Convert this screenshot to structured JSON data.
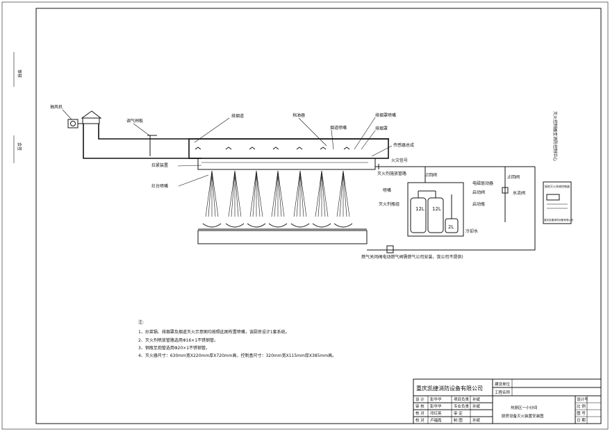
{
  "labels": {
    "exhaust_fan": "抽风机",
    "damper": "调气闸板",
    "smoke_duct": "排烟道",
    "filter": "挡油器",
    "hood_nozzle": "排烟罩喷嘴",
    "duct_nozzle": "烟道喷嘴",
    "hood": "排烟罩",
    "sensor_line": "传感器总成",
    "fire_signal": "火灾信号",
    "pull_device": "拉紧装置",
    "stove_nozzle": "灶台喷嘴",
    "agent_pipe": "灭火剂施放管路",
    "return_valve_1": "止回阀",
    "return_valve_2": "止回阀",
    "solenoid": "电磁驱动器",
    "start_valve": "启动阀",
    "start_bottle": "启动瓶",
    "nozzle_main": "喷嘴",
    "agent_bottles": "灭火剂瓶组",
    "water_valve": "水流阀",
    "cooling_water": "冷却水",
    "gas_valve": "燃气关闭阀",
    "gas_note": "(电动燃气阀需燃气公司安装，我公司不提供)",
    "controller_vertical": "灭火控制器至消防控制中心",
    "bottle_12l_a": "12L",
    "bottle_12l_b": "12L",
    "bottle_2l": "2L",
    "panel_title": "厨房灭火系统控制器",
    "panel_footer": "重庆凯捷消防设备有限公司",
    "side_tag_1": "审核",
    "side_tag_2": "会签"
  },
  "notes": {
    "title": "注:",
    "items": [
      "1、炒菜锅、排烟罩及烟道灭火示意图均按照此图布置喷嘴，该厨房设计1套系统。",
      "2、灭火剂喷放管路选用Φ16×1不锈钢管。",
      "3、钢瓶至炮管选用Φ20×1不锈钢管。",
      "4、灭火器尺寸：630mm宽X220mm厚X720mm高，控制盒尺寸：320mm宽X115mm厚X385mm高。"
    ]
  },
  "title_block": {
    "company": "重庆凯捷消防设备有限公司",
    "build_unit_label": "建设单位",
    "project_label": "工程名称",
    "drawing_title_1": "热厨区一小炒间",
    "drawing_title_2": "厨房设备灭火装置安装图",
    "rows": [
      [
        "设 计",
        "彭华华",
        "项目负责",
        "孙斌"
      ],
      [
        "审 核",
        "彭华华",
        "专业负责",
        "孙斌"
      ],
      [
        "核 对",
        "邓红英",
        "审 定",
        ""
      ],
      [
        "校 对",
        "卢福霞",
        "制 图",
        "孙斌"
      ]
    ],
    "right_labels": [
      "设计号",
      "比 例",
      "图 号",
      "日 期"
    ]
  }
}
